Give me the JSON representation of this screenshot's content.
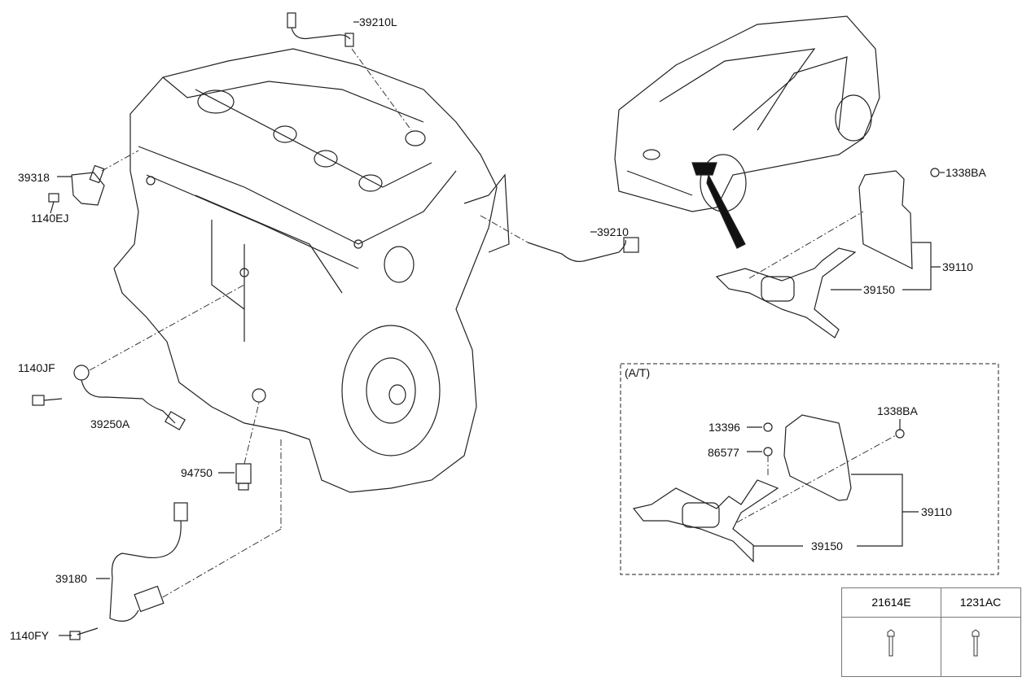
{
  "engine_section": {
    "labels": {
      "oxygen_sensor_upper": "39210L",
      "cam_position_sensor": "39318",
      "bolt_cam_sensor": "1140EJ",
      "oxygen_sensor_lower": "39210",
      "bolt_knock_sensor": "1140JF",
      "knock_sensor": "39250A",
      "oil_pressure_switch": "94750",
      "crank_position_sensor": "39180",
      "bolt_crank_sensor": "1140FY"
    }
  },
  "ecu_section": {
    "labels": {
      "nut": "1338BA",
      "ecu": "39110",
      "bracket": "39150"
    }
  },
  "at_section": {
    "title": "(A/T)",
    "labels": {
      "nut_a": "13396",
      "washer": "86577",
      "nut": "1338BA",
      "ecu": "39110",
      "bracket": "39150"
    }
  },
  "fastener_table": {
    "columns": [
      {
        "part": "21614E",
        "icon": "bolt-icon"
      },
      {
        "part": "1231AC",
        "icon": "bolt-icon"
      }
    ]
  }
}
